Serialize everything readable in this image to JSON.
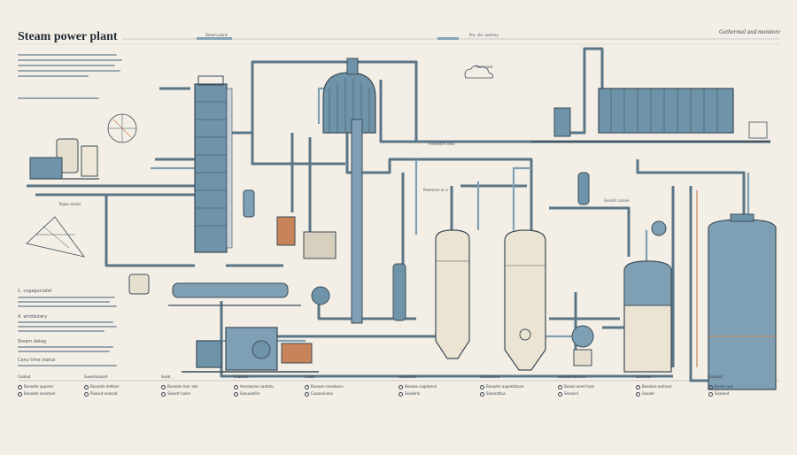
{
  "title": "Steam power plant",
  "subtitle": "Gethermal and monitore",
  "colors": {
    "background": "#f3efe6",
    "pipe_blue": "#6f93a8",
    "pipe_dark": "#3b4c58",
    "tank_cream": "#ece4d2",
    "accent_orange": "#c9835a",
    "tank_blue": "#7fa0b4"
  },
  "header_bar_labels": [
    "Steam plant",
    "Pre. sto. outmuy"
  ],
  "left_panel": {
    "section1_heading": "1. cogagociatel",
    "section2_heading": "4. whddutery",
    "section3_heading": "Steam datag",
    "section4_heading": "Cany time status"
  },
  "small_labels": [
    "Tegoe seolat",
    "Pleestant steal",
    "Peeeoren ar a",
    "Genisit cionoe",
    "Aorresaat"
  ],
  "legend_columns": [
    {
      "heading": "Coatud",
      "items": [
        "Boooote apporer",
        "Boooote oonstuer"
      ]
    },
    {
      "heading": "Sueentoaiont",
      "items": [
        "Boooote dettoar",
        "Piaosut aoocad"
      ]
    },
    {
      "heading": "Sreat",
      "items": [
        "Boooote toor alnr",
        "Soiastrl aoler"
      ]
    },
    {
      "heading": "Hnzeeot",
      "items": [
        "Aeeraoone saotatu",
        "Soauoatilnr"
      ]
    },
    {
      "heading": "Craot",
      "items": [
        "Boeaoe conelaoce",
        "Caooaniutus"
      ]
    },
    {
      "heading": "Aeusoalte",
      "items": [
        "Boeaao sugatenol",
        "Seiaelrlo"
      ]
    },
    {
      "heading": "Gueeraond",
      "items": [
        "Booaete aupretatuoe",
        "Soaorattus"
      ]
    },
    {
      "heading": "Geaeadlaenuod",
      "items": [
        "Boaao aeed tuoe",
        "Seaavnl"
      ]
    },
    {
      "heading": "Sanmeer",
      "items": [
        "Boeotue aotnaot",
        "Seoaet"
      ]
    },
    {
      "heading": "Gaaatet",
      "items": [
        "Boeoe aoe",
        "Soaeeot"
      ]
    }
  ]
}
